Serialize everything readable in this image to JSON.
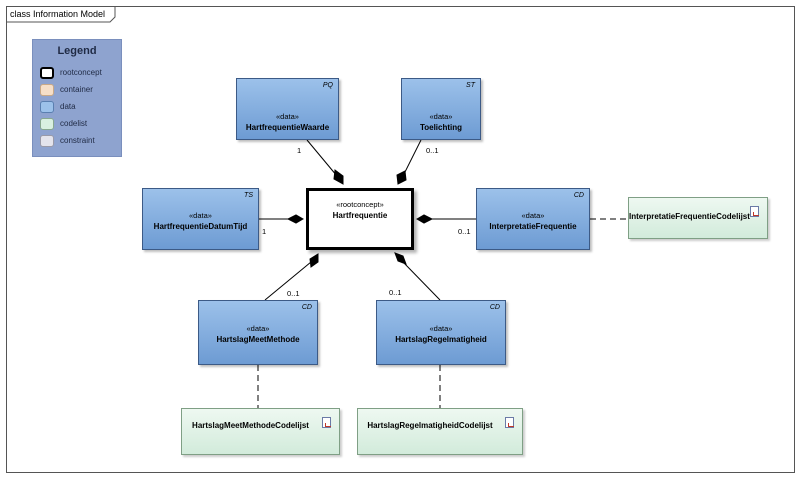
{
  "frame": {
    "title": "class Information Model"
  },
  "legend": {
    "title": "Legend",
    "items": [
      {
        "label": "rootconcept",
        "color": "#ffffff",
        "border": "#000000"
      },
      {
        "label": "container",
        "color": "#f6dfc8",
        "border": "#c9a987"
      },
      {
        "label": "data",
        "color": "#9cc1ea",
        "border": "#5a7fb0"
      },
      {
        "label": "codelist",
        "color": "#d9f0e1",
        "border": "#88a890"
      },
      {
        "label": "constraint",
        "color": "#e4e4ec",
        "border": "#9a9aa8"
      }
    ]
  },
  "root": {
    "stereotype": "«rootconcept»",
    "name": "Hartfrequentie"
  },
  "data_classes": [
    {
      "id": "waarde",
      "stereotype": "«data»",
      "name": "HartfrequentieWaarde",
      "tag": "PQ",
      "multiplicity": "1"
    },
    {
      "id": "toel",
      "stereotype": "«data»",
      "name": "Toelichting",
      "tag": "ST",
      "multiplicity": "0..1"
    },
    {
      "id": "datum",
      "stereotype": "«data»",
      "name": "HartfrequentieDatumTijd",
      "tag": "TS",
      "multiplicity": "1"
    },
    {
      "id": "interp",
      "stereotype": "«data»",
      "name": "InterpretatieFrequentie",
      "tag": "CD",
      "multiplicity": "0..1"
    },
    {
      "id": "methode",
      "stereotype": "«data»",
      "name": "HartslagMeetMethode",
      "tag": "CD",
      "multiplicity": "0..1"
    },
    {
      "id": "regel",
      "stereotype": "«data»",
      "name": "HartslagRegelmatigheid",
      "tag": "CD",
      "multiplicity": "0..1"
    }
  ],
  "codelists": [
    {
      "id": "interp_cl",
      "name": "InterpretatieFrequentieCodelijst"
    },
    {
      "id": "methode_cl",
      "name": "HartslagMeetMethodeCodelijst"
    },
    {
      "id": "regel_cl",
      "name": "HartslagRegelmatigheidCodelijst"
    }
  ]
}
